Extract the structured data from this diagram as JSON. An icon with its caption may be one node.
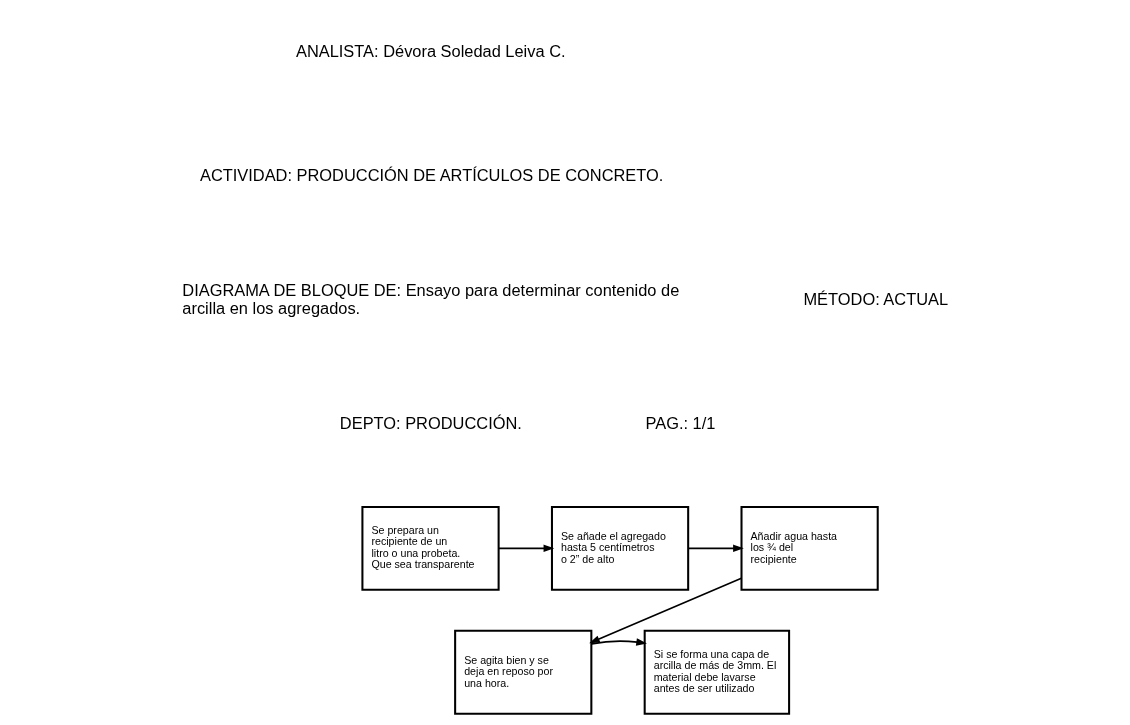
{
  "diagram": {
    "nodes": [
      {
        "text": [
          "Se prepara un recipiente de un litro o una probeta. Que sea transparente"
        ]
      },
      {
        "text": [
          "Se añade el agregado hasta 5 centímetros o 2” de alto"
        ]
      },
      {
        "text": [
          "Añadir agua hasta los ¾ del recipiente"
        ]
      },
      {
        "text": [
          "Se agita bien y se deja en reposo por una hora."
        ]
      },
      {
        "text": [
          "Si se forma una capa de arcilla de más de 3mm. El material debe lavarse antes de ser utilizado"
        ]
      }
    ],
    "edges": [
      {
        "from": 0,
        "to": 1,
        "arrow": "to"
      },
      {
        "from": 1,
        "to": 2,
        "arrow": "to"
      },
      {
        "from": 2,
        "to": 3,
        "arrow": "to"
      },
      {
        "from": 3,
        "to": 4,
        "arrow": "to"
      }
    ],
    "labels": [
      "ANALISTA: Dévora Soledad Leiva C.",
      "ACTIVIDAD: PRODUCCIÓN DE ARTÍCULOS DE CONCRETO.",
      "DIAGRAMA DE BLOQUE DE: Ensayo para determinar contenido de arcilla en los agregados.",
      "MÉTODO: ACTUAL",
      "DEPTO: PRODUCCIÓN.",
      "PAG.: 1/1"
    ]
  }
}
